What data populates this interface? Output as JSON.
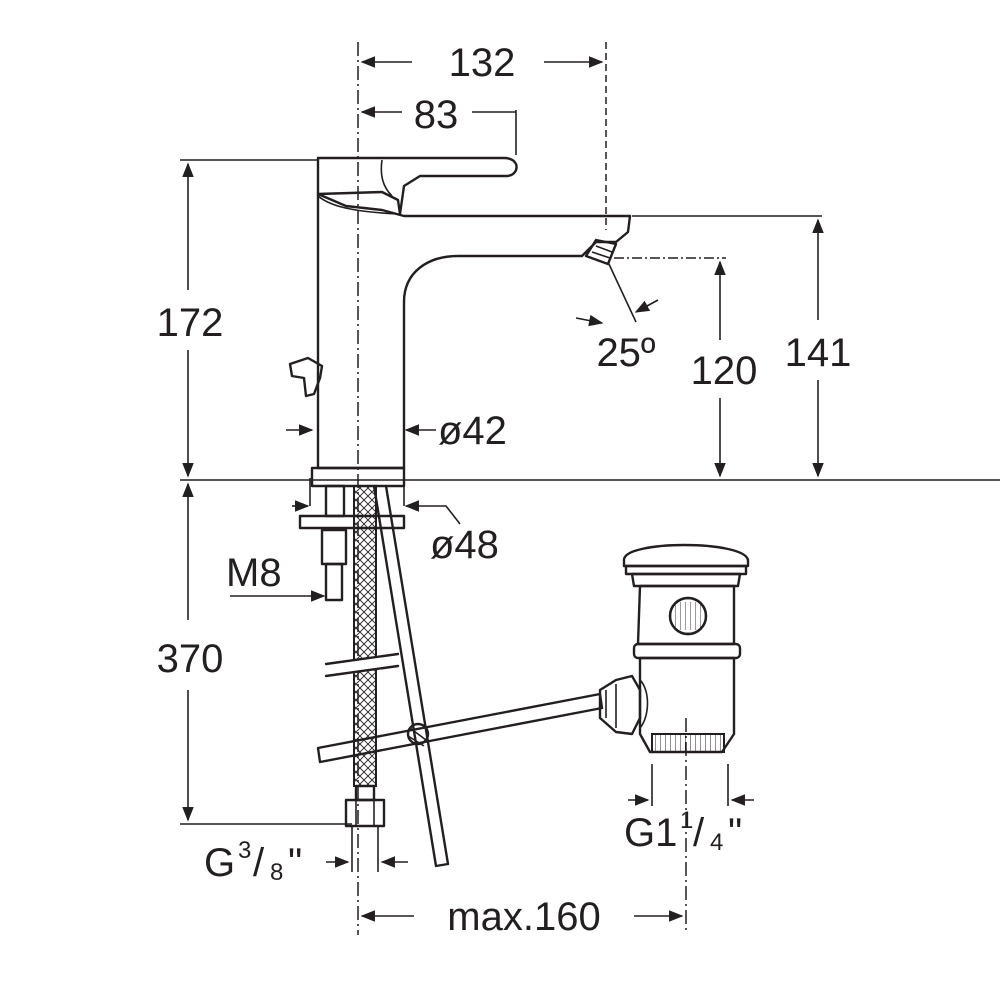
{
  "dimensions": {
    "d132": "132",
    "d83": "83",
    "d172": "172",
    "d141": "141",
    "d120": "120",
    "angle": "25º",
    "d42": "ø42",
    "d48": "ø48",
    "m8": "M8",
    "d370": "370",
    "max160": "max.160"
  },
  "threads": {
    "g38_base": "G",
    "g38_num": "3",
    "g38_slash": "/",
    "g38_den": "8",
    "g38_quote": "\"",
    "g114_base": "G1",
    "g114_num": "1",
    "g114_slash": "/",
    "g114_den": "4",
    "g114_quote": "\""
  },
  "colors": {
    "ink": "#231f20",
    "background": "#ffffff"
  }
}
